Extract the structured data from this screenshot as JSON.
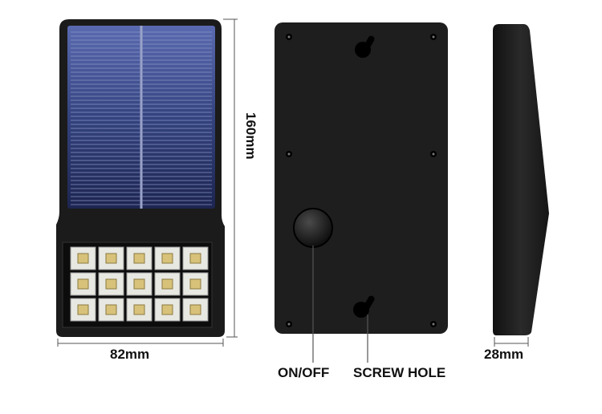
{
  "dimensions": {
    "width": "82mm",
    "height": "160mm",
    "depth": "28mm"
  },
  "labels": {
    "switch": "ON/OFF",
    "screw_hole": "SCREW HOLE"
  },
  "colors": {
    "body": "#1b1b1b",
    "panel": "#2c3a6e",
    "led": "#f0f0e8",
    "dimension_line": "#555555"
  }
}
